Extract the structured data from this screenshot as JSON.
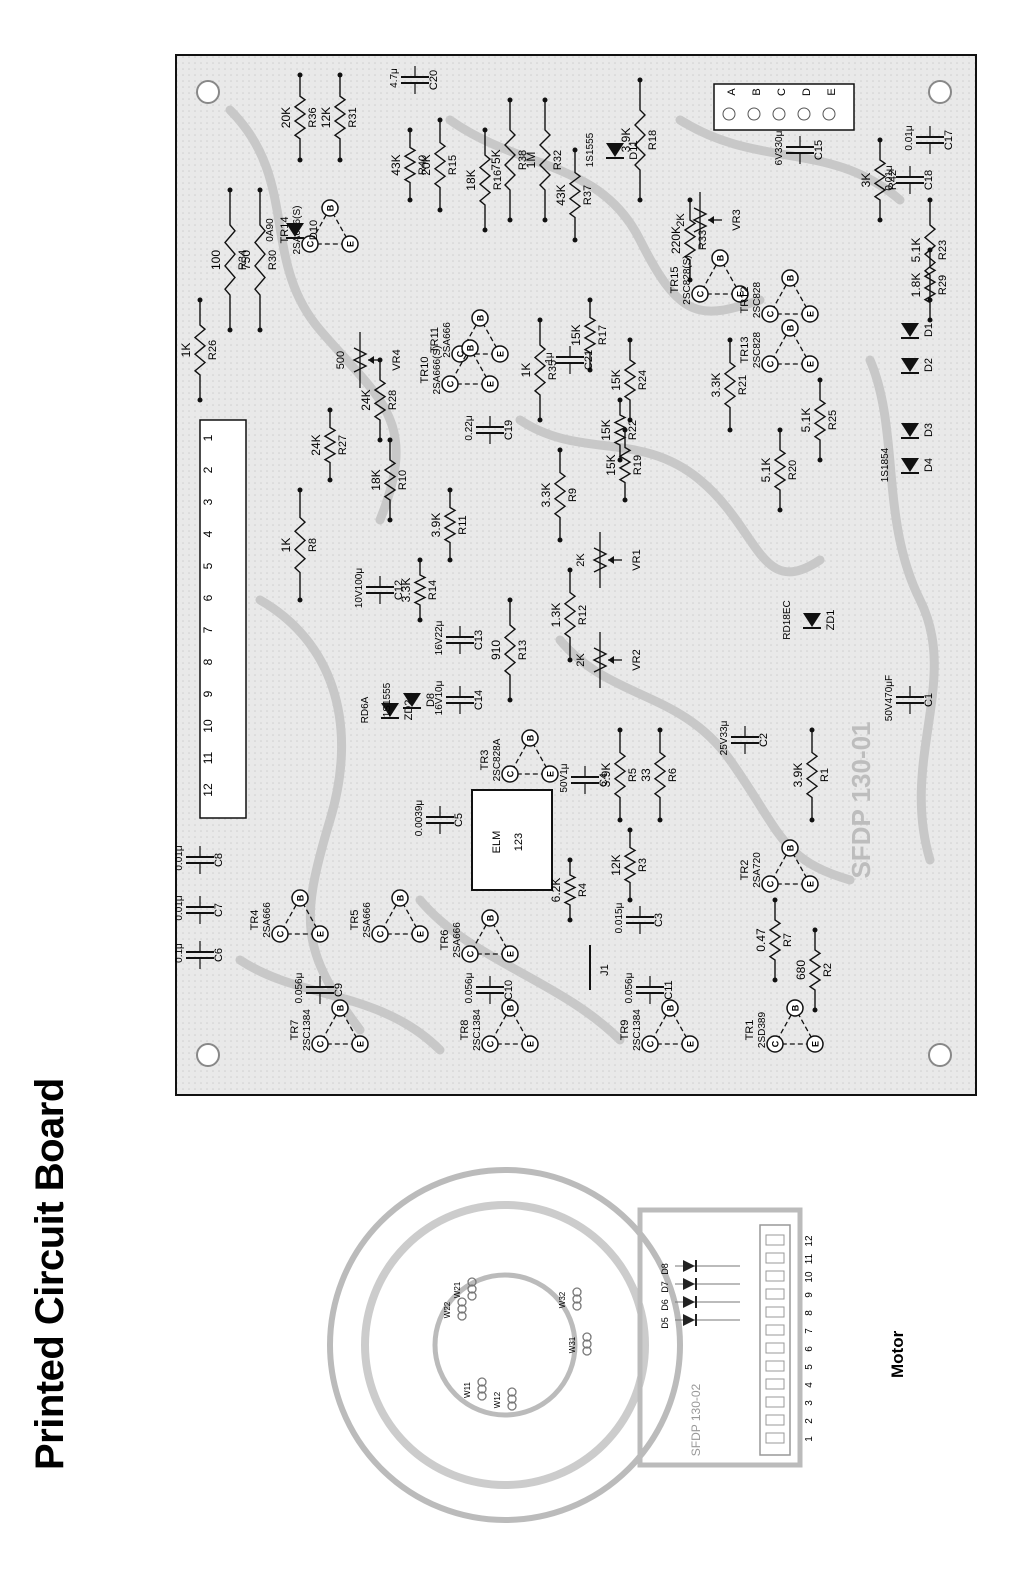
{
  "page": {
    "title": "Printed Circuit Board",
    "motor_caption": "Motor"
  },
  "main_board": {
    "board_code": "SFDP 130-01",
    "connector_pins": [
      "1",
      "2",
      "3",
      "4",
      "5",
      "6",
      "7",
      "8",
      "9",
      "10",
      "11",
      "12"
    ],
    "edge_pins": [
      "A",
      "B",
      "C",
      "D",
      "E"
    ],
    "ic_label": [
      "ELM",
      "123"
    ],
    "resistors": [
      {
        "ref": "R36",
        "value": "20K"
      },
      {
        "ref": "R31",
        "value": "12K"
      },
      {
        "ref": "R34",
        "value": "100"
      },
      {
        "ref": "R30",
        "value": "750"
      },
      {
        "ref": "R40",
        "value": "43K"
      },
      {
        "ref": "R15",
        "value": "20K"
      },
      {
        "ref": "R16",
        "value": "18K"
      },
      {
        "ref": "R38",
        "value": "75K"
      },
      {
        "ref": "R32",
        "value": "1M"
      },
      {
        "ref": "R37",
        "value": "43K"
      },
      {
        "ref": "R18",
        "value": "3.9K"
      },
      {
        "ref": "R33",
        "value": "220K"
      },
      {
        "ref": "R42",
        "value": "3K"
      },
      {
        "ref": "R23",
        "value": "5.1K"
      },
      {
        "ref": "R29",
        "value": "1.8K"
      },
      {
        "ref": "R26",
        "value": "1K"
      },
      {
        "ref": "R28",
        "value": "24K"
      },
      {
        "ref": "R27",
        "value": "24K"
      },
      {
        "ref": "R35",
        "value": "1K"
      },
      {
        "ref": "R17",
        "value": "15K"
      },
      {
        "ref": "R24",
        "value": "15K"
      },
      {
        "ref": "R22",
        "value": "15K"
      },
      {
        "ref": "R19",
        "value": "15K"
      },
      {
        "ref": "R21",
        "value": "3.3K"
      },
      {
        "ref": "R25",
        "value": "5.1K"
      },
      {
        "ref": "R20",
        "value": "5.1K"
      },
      {
        "ref": "R10",
        "value": "18K"
      },
      {
        "ref": "R9",
        "value": "3.3K"
      },
      {
        "ref": "R11",
        "value": "3.9K"
      },
      {
        "ref": "R8",
        "value": "1K"
      },
      {
        "ref": "R14",
        "value": "3.3K"
      },
      {
        "ref": "R13",
        "value": "910"
      },
      {
        "ref": "R12",
        "value": "1.3K"
      },
      {
        "ref": "R1",
        "value": "3.9K"
      },
      {
        "ref": "R5",
        "value": "3.9K"
      },
      {
        "ref": "R6",
        "value": "33"
      },
      {
        "ref": "R3",
        "value": "12K"
      },
      {
        "ref": "R4",
        "value": "6.2K"
      },
      {
        "ref": "R7",
        "value": "0.47"
      },
      {
        "ref": "R2",
        "value": "680"
      }
    ],
    "capacitors": [
      {
        "ref": "C20",
        "value": "4.7μ"
      },
      {
        "ref": "C17",
        "value": "0.01μ"
      },
      {
        "ref": "C18",
        "value": "0.01μ"
      },
      {
        "ref": "C15",
        "value": "6V330μ"
      },
      {
        "ref": "C21",
        "value": "1μ"
      },
      {
        "ref": "C19",
        "value": "0.22μ"
      },
      {
        "ref": "C12",
        "value": "10V100μ"
      },
      {
        "ref": "C13",
        "value": "16V22μ"
      },
      {
        "ref": "C14",
        "value": "16V10μ"
      },
      {
        "ref": "C4",
        "value": "50V1μ"
      },
      {
        "ref": "C2",
        "value": "25V33μ"
      },
      {
        "ref": "C1",
        "value": "50V470μF"
      },
      {
        "ref": "C5",
        "value": "0.0039μ"
      },
      {
        "ref": "C3",
        "value": "0.015μ"
      },
      {
        "ref": "C8",
        "value": "0.01μ"
      },
      {
        "ref": "C7",
        "value": "0.01μ"
      },
      {
        "ref": "C6",
        "value": "0.1μ"
      },
      {
        "ref": "C9",
        "value": "0.056μ"
      },
      {
        "ref": "C10",
        "value": "0.056μ"
      },
      {
        "ref": "C11",
        "value": "0.056μ"
      }
    ],
    "transistors": [
      {
        "ref": "TR14",
        "type": "2SA666(S)"
      },
      {
        "ref": "TR11",
        "type": "2SA666"
      },
      {
        "ref": "TR15",
        "type": "2SC828(S)"
      },
      {
        "ref": "TR12",
        "type": "2SC828"
      },
      {
        "ref": "TR10",
        "type": "2SA666(S)"
      },
      {
        "ref": "TR13",
        "type": "2SC828"
      },
      {
        "ref": "TR3",
        "type": "2SC828A"
      },
      {
        "ref": "TR2",
        "type": "2SA720"
      },
      {
        "ref": "TR4",
        "type": "2SA666"
      },
      {
        "ref": "TR5",
        "type": "2SA666"
      },
      {
        "ref": "TR6",
        "type": "2SA666"
      },
      {
        "ref": "TR7",
        "type": "2SC1384"
      },
      {
        "ref": "TR8",
        "type": "2SC1384"
      },
      {
        "ref": "TR9",
        "type": "2SC1384"
      },
      {
        "ref": "TR1",
        "type": "2SD389"
      }
    ],
    "diodes": [
      {
        "ref": "D10",
        "type": "0A90"
      },
      {
        "ref": "D11",
        "type": "1S1555"
      },
      {
        "ref": "D1",
        "type": ""
      },
      {
        "ref": "D2",
        "type": ""
      },
      {
        "ref": "D3",
        "type": ""
      },
      {
        "ref": "D4",
        "type": "1S1854"
      },
      {
        "ref": "ZD1",
        "type": "RD18EC"
      },
      {
        "ref": "ZD2",
        "type": "RD6A"
      },
      {
        "ref": "D8",
        "type": "1S1555"
      }
    ],
    "trimmers": [
      {
        "ref": "VR3",
        "value": "2K"
      },
      {
        "ref": "VR4",
        "value": "500"
      },
      {
        "ref": "VR1",
        "value": "2K"
      },
      {
        "ref": "VR2",
        "value": "2K"
      }
    ],
    "jumper": "J1"
  },
  "motor_board": {
    "board_code": "SFDP 130-02",
    "coils": [
      "W11",
      "W12",
      "W21",
      "W22",
      "W31",
      "W32"
    ],
    "diodes": [
      "D5",
      "D6",
      "D7",
      "D8"
    ],
    "pins": [
      "1",
      "2",
      "3",
      "4",
      "5",
      "6",
      "7",
      "8",
      "9",
      "10",
      "11",
      "12"
    ]
  }
}
